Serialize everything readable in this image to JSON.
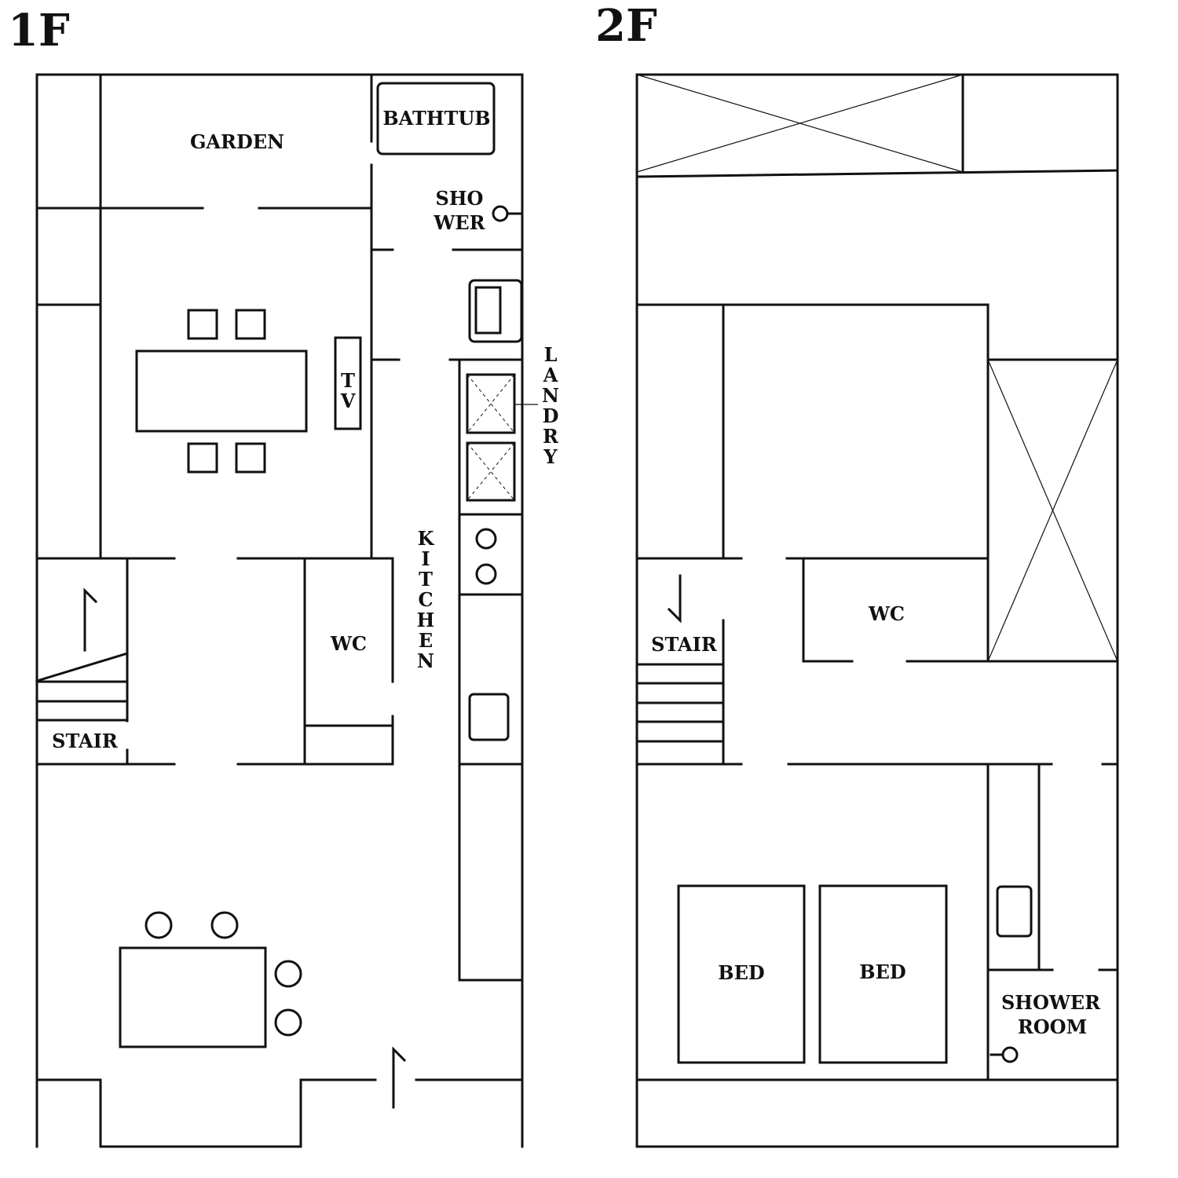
{
  "floors": {
    "first": {
      "title": "1F",
      "labels": {
        "garden": "GARDEN",
        "bathtub": "BATHTUB",
        "shower_line1": "SHO",
        "shower_line2": "WER",
        "tv_line1": "T",
        "tv_line2": "V",
        "landry": [
          "L",
          "A",
          "N",
          "D",
          "R",
          "Y"
        ],
        "kitchen": [
          "K",
          "I",
          "T",
          "C",
          "H",
          "E",
          "N"
        ],
        "wc": "WC",
        "stair": "STAIR"
      }
    },
    "second": {
      "title": "2F",
      "labels": {
        "stair": "STAIR",
        "wc": "WC",
        "bed_left": "BED",
        "bed_right": "BED",
        "shower_room_line1": "SHOWER",
        "shower_room_line2": "ROOM"
      }
    }
  }
}
